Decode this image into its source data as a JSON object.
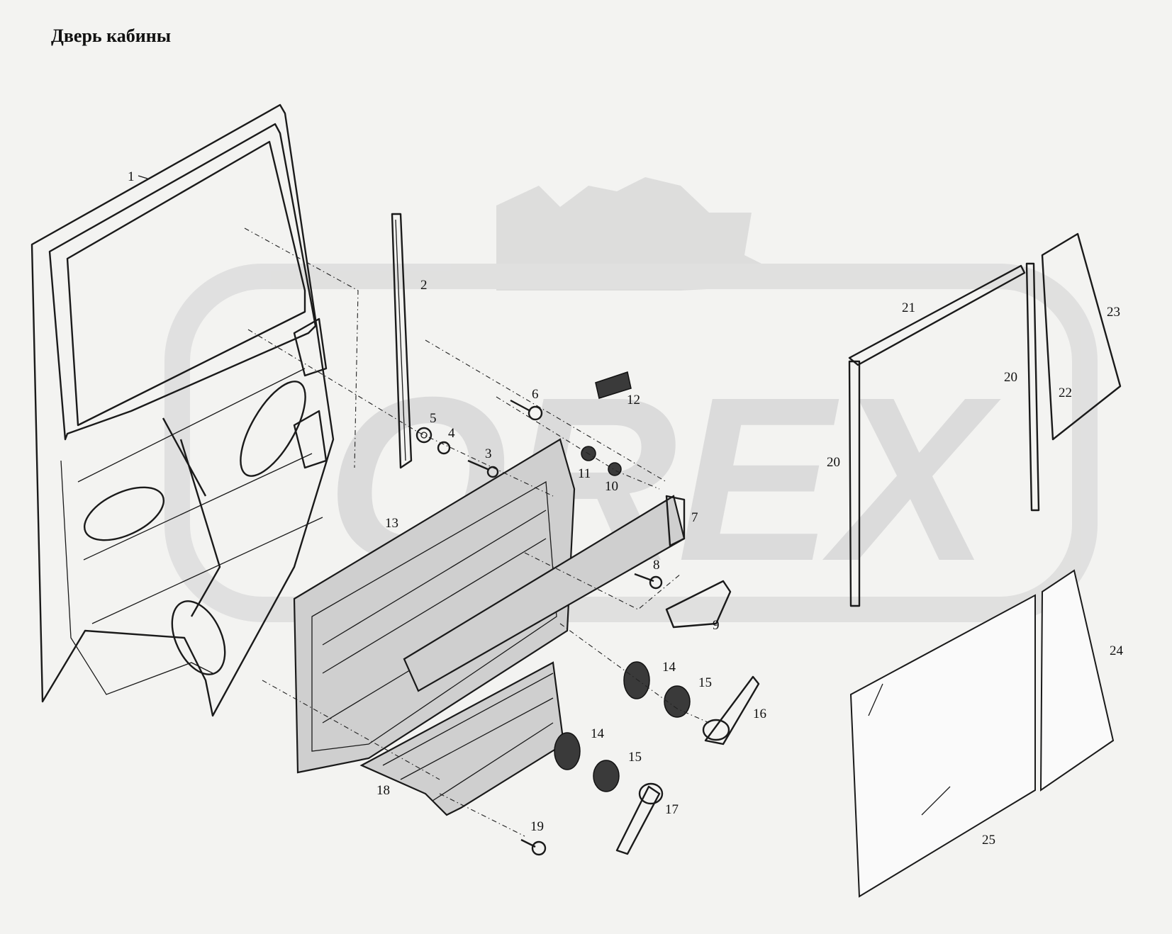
{
  "title": "Дверь кабины",
  "watermark": {
    "text": "OREX",
    "color": "#d2d2d2"
  },
  "callouts": [
    {
      "id": "c1",
      "label": "1"
    },
    {
      "id": "c2",
      "label": "2"
    },
    {
      "id": "c3",
      "label": "3"
    },
    {
      "id": "c4",
      "label": "4"
    },
    {
      "id": "c5",
      "label": "5"
    },
    {
      "id": "c6",
      "label": "6"
    },
    {
      "id": "c7",
      "label": "7"
    },
    {
      "id": "c8",
      "label": "8"
    },
    {
      "id": "c9",
      "label": "9"
    },
    {
      "id": "c10",
      "label": "10"
    },
    {
      "id": "c11",
      "label": "11"
    },
    {
      "id": "c12",
      "label": "12"
    },
    {
      "id": "c13",
      "label": "13"
    },
    {
      "id": "c14a",
      "label": "14"
    },
    {
      "id": "c14b",
      "label": "14"
    },
    {
      "id": "c15a",
      "label": "15"
    },
    {
      "id": "c15b",
      "label": "15"
    },
    {
      "id": "c16",
      "label": "16"
    },
    {
      "id": "c17",
      "label": "17"
    },
    {
      "id": "c18",
      "label": "18"
    },
    {
      "id": "c19",
      "label": "19"
    },
    {
      "id": "c20a",
      "label": "20"
    },
    {
      "id": "c20b",
      "label": "20"
    },
    {
      "id": "c21",
      "label": "21"
    },
    {
      "id": "c22",
      "label": "22"
    },
    {
      "id": "c23",
      "label": "23"
    },
    {
      "id": "c24",
      "label": "24"
    },
    {
      "id": "c25",
      "label": "25"
    }
  ]
}
